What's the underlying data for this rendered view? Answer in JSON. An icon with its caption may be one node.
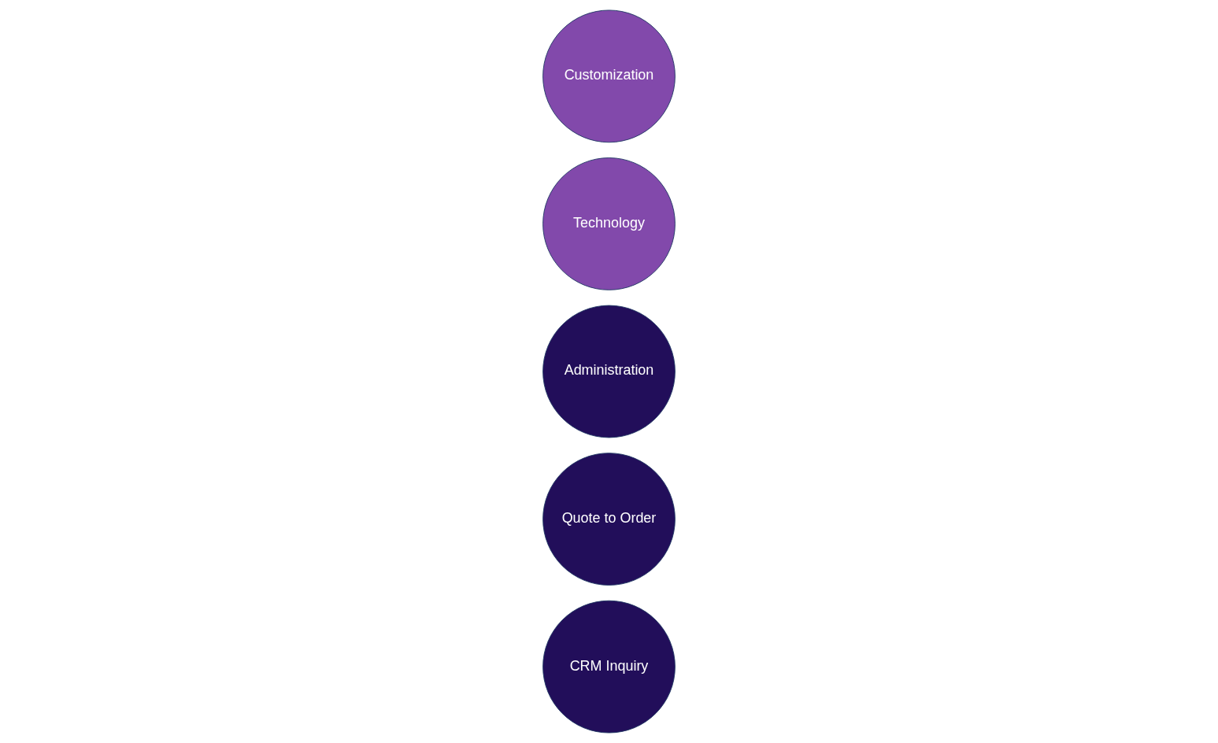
{
  "diagram": {
    "nodes": [
      {
        "text": [
          "CRM Inquiry"
        ]
      },
      {
        "text": [
          "Quote to Order"
        ]
      },
      {
        "text": [
          "Administration"
        ]
      },
      {
        "text": [
          "Technology"
        ]
      },
      {
        "text": [
          "Customization"
        ]
      }
    ]
  }
}
